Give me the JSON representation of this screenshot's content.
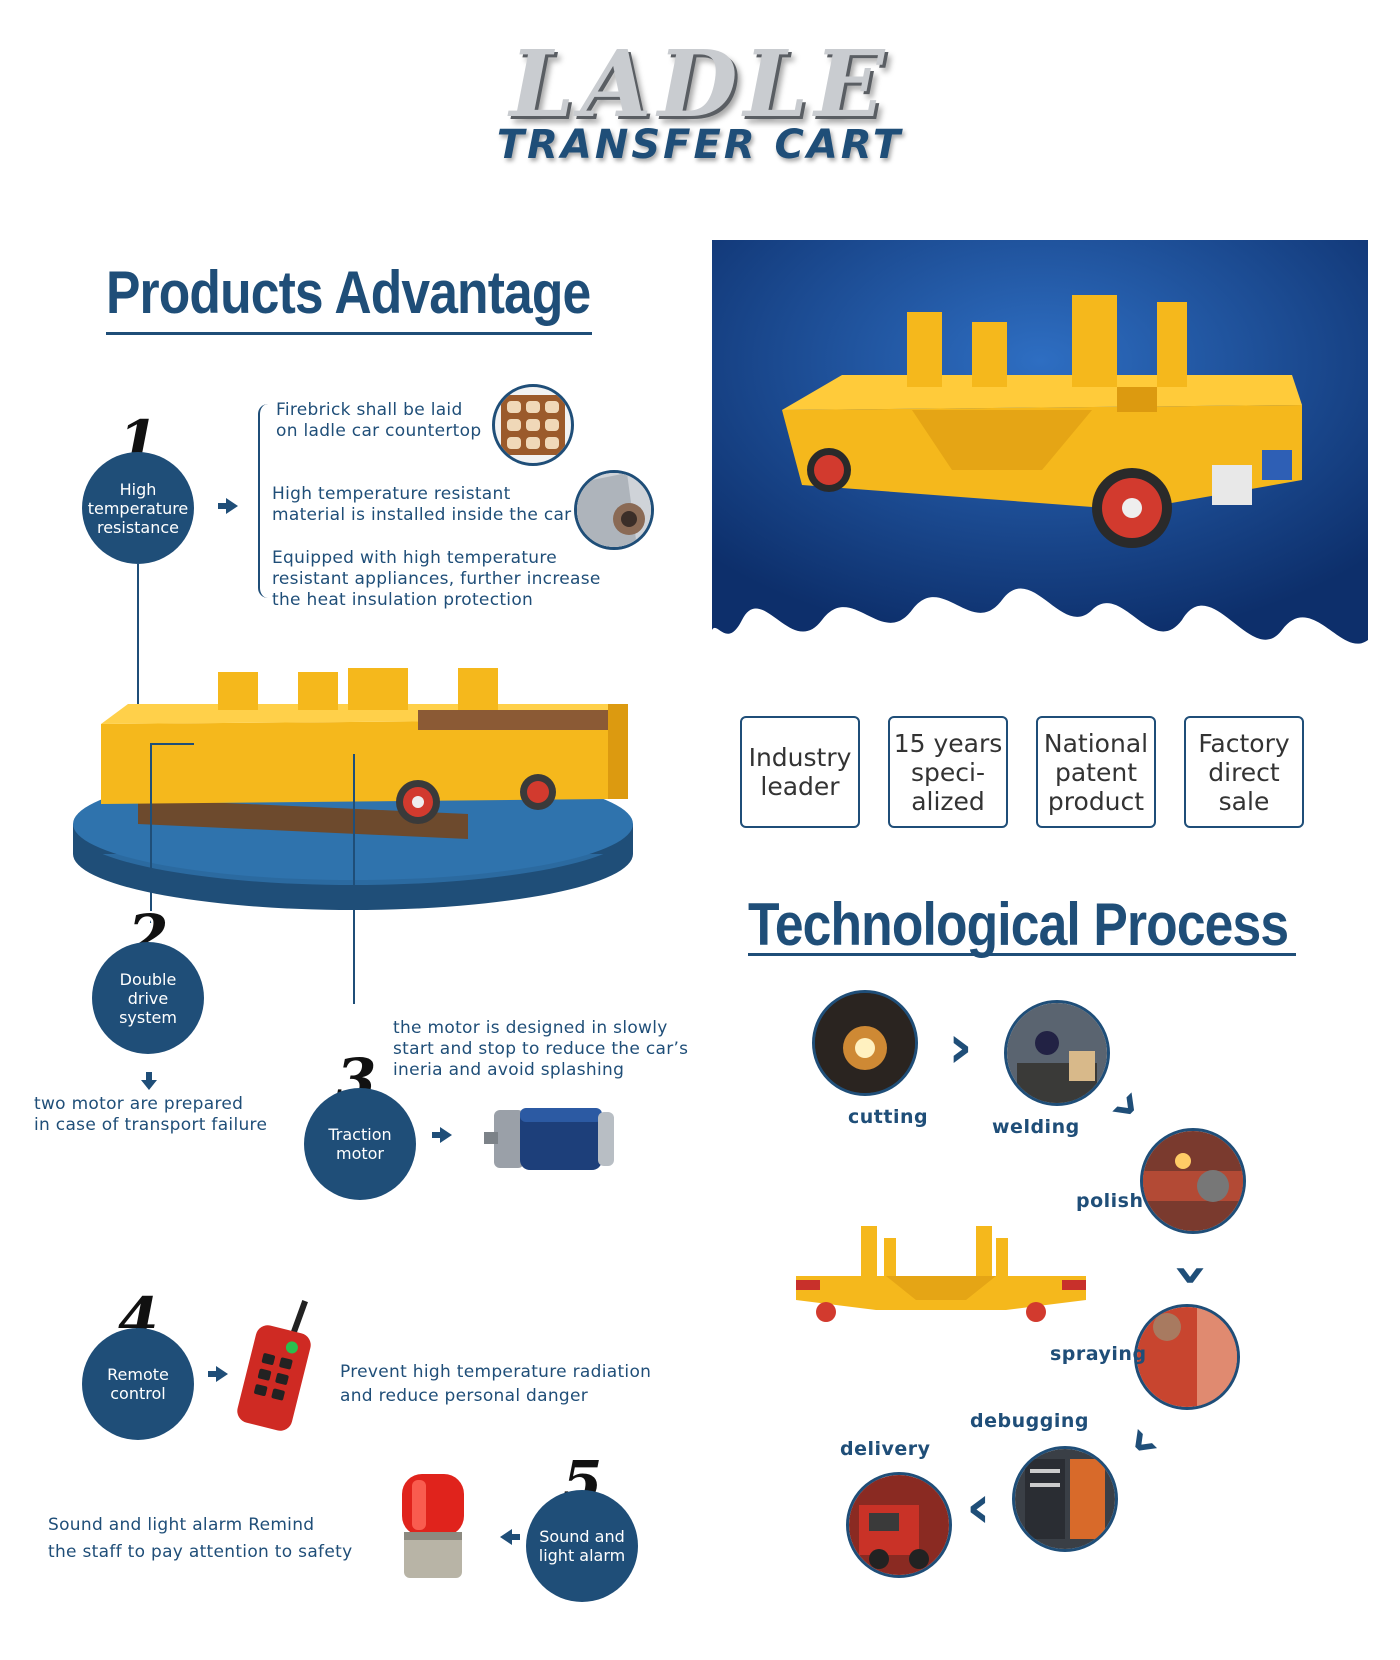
{
  "header": {
    "title": "LADLE",
    "subtitle": "TRANSFER CART"
  },
  "advantage": {
    "title": "Products Advantage",
    "items": [
      {
        "num": "1",
        "label": "High\ntemperature\nresistance",
        "points": [
          "Firebrick shall be laid\non ladle car countertop",
          "High temperature resistant\nmaterial is installed inside the car",
          "Equipped with high temperature\nresistant appliances, further increase\nthe heat insulation protection"
        ]
      },
      {
        "num": "2",
        "label": "Double\ndrive\nsystem",
        "note": "two motor are prepared\nin case of  transport  failure"
      },
      {
        "num": "3",
        "label": "Traction\nmotor",
        "note": "the motor is designed in slowly\nstart and stop to reduce the car’s\nineria and avoid splashing"
      },
      {
        "num": "4",
        "label": "Remote\ncontrol",
        "note": "Prevent high temperature radiation\nand reduce personal danger"
      },
      {
        "num": "5",
        "label": "Sound and\nlight alarm",
        "note": "Sound and light alarm Remind\nthe staff to pay attention to safety"
      }
    ]
  },
  "features": [
    "Industry\nleader",
    "15 years\nspeci-\nalized",
    "National\npatent\nproduct",
    "Factory\ndirect\nsale"
  ],
  "process": {
    "title": "Technological Process",
    "steps": [
      "cutting",
      "welding",
      "polish",
      "spraying",
      "debugging",
      "delivery"
    ]
  },
  "colors": {
    "brand_blue": "#1f4e78",
    "cart_yellow": "#f5b81c",
    "wheel_red": "#c8302b"
  }
}
